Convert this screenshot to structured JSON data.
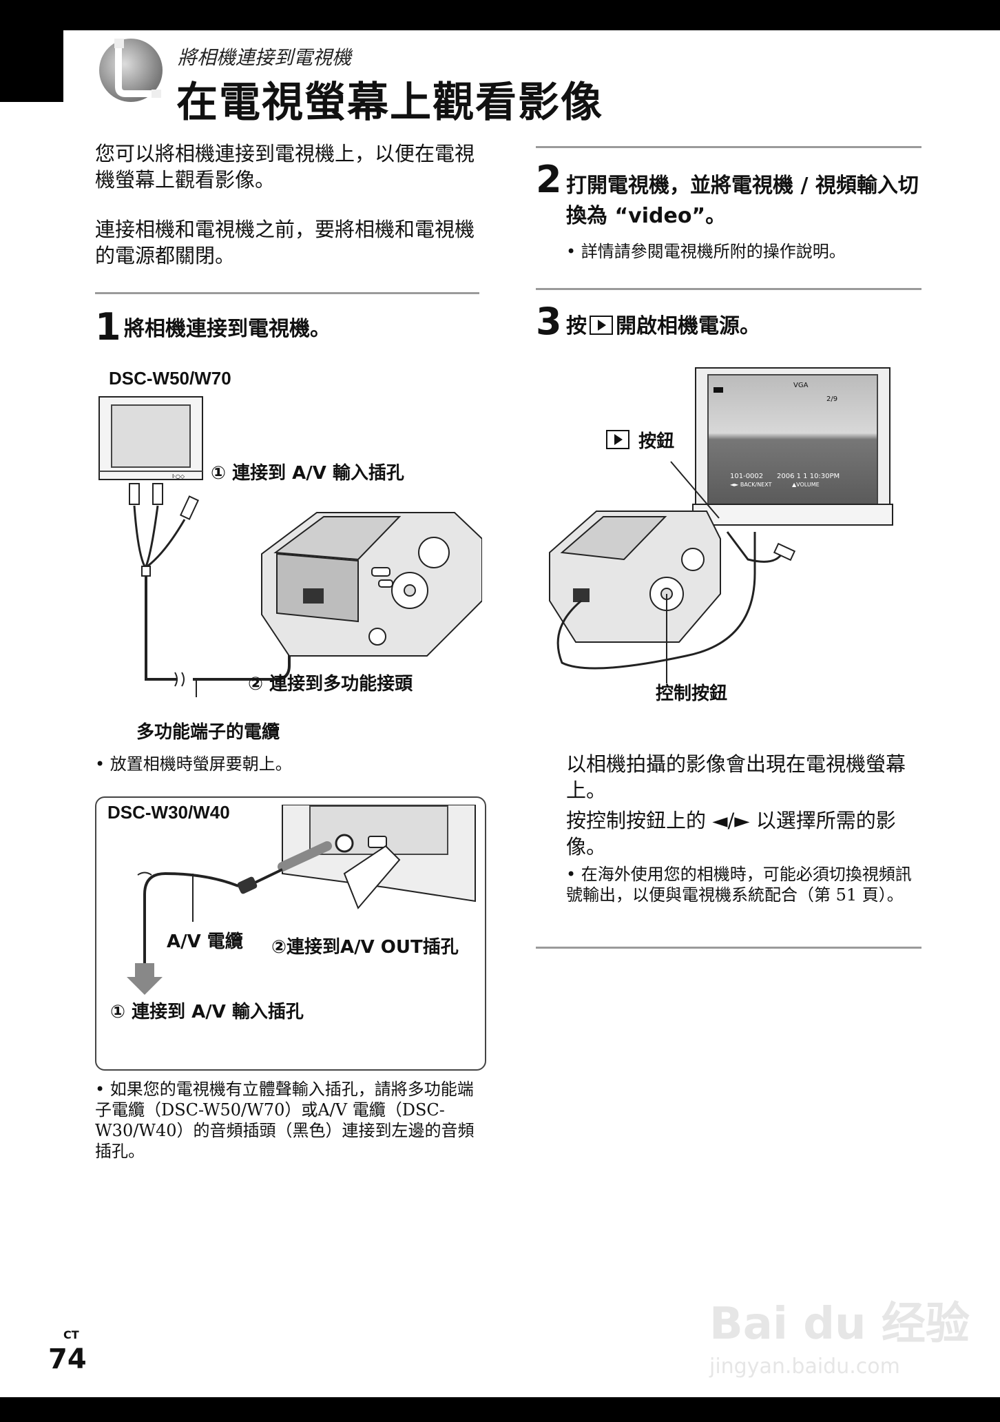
{
  "header": {
    "subtitle": "將相機連接到電視機",
    "title": "在電視螢幕上觀看影像"
  },
  "left": {
    "intro1": "您可以將相機連接到電視機上，以便在電視機螢幕上觀看影像。",
    "intro2": "連接相機和電視機之前，要將相機和電視機的電源都關閉。",
    "step1_num": "1",
    "step1_text": "將相機連接到電視機。",
    "model1": "DSC-W50/W70",
    "callout_av_in": "① 連接到 A/V 輸入插孔",
    "callout_multi": "② 連接到多功能接頭",
    "callout_cable": "多功能端子的電纜",
    "bullet_screen_up": "• 放置相機時螢屏要朝上。",
    "model2": "DSC-W30/W40",
    "box_av_cable": "A/V 電纜",
    "box_av_out": "②連接到A/V OUT插孔",
    "box_av_in": "① 連接到 A/V 輸入插孔",
    "bullet_stereo": "• 如果您的電視機有立體聲輸入插孔，請將多功能端子電纜（DSC-W50/W70）或A/V 電纜（DSC-W30/W40）的音頻插頭（黑色）連接到左邊的音頻插孔。"
  },
  "right": {
    "step2_num": "2",
    "step2_text": "打開電視機，並將電視機 / 視頻輸入切換為 “video”。",
    "step2_bullet": "• 詳情請參閱電視機所附的操作說明。",
    "step3_num": "3",
    "step3_pre": "按",
    "step3_post": "開啟相機電源。",
    "callout_play": "按鈕",
    "callout_control": "控制按鈕",
    "tv_screen": {
      "vga": "VGA",
      "count": "2/9",
      "file": "101-0002",
      "datetime": "2006  1  1 10:30PM",
      "back_next": "◄► BACK/NEXT",
      "volume": "▲VOLUME"
    },
    "para1": "以相機拍攝的影像會出現在電視機螢幕上。",
    "para2": "按控制按鈕上的 ◄/► 以選擇所需的影像。",
    "bullet_overseas": "• 在海外使用您的相機時，可能必須切換視頻訊號輸出，以便與電視機系統配合（第 51 頁）。"
  },
  "footer": {
    "page_ct": "CT",
    "page_number": "74",
    "watermark": "Bai du 经验",
    "watermark_url": "jingyan.baidu.com"
  }
}
